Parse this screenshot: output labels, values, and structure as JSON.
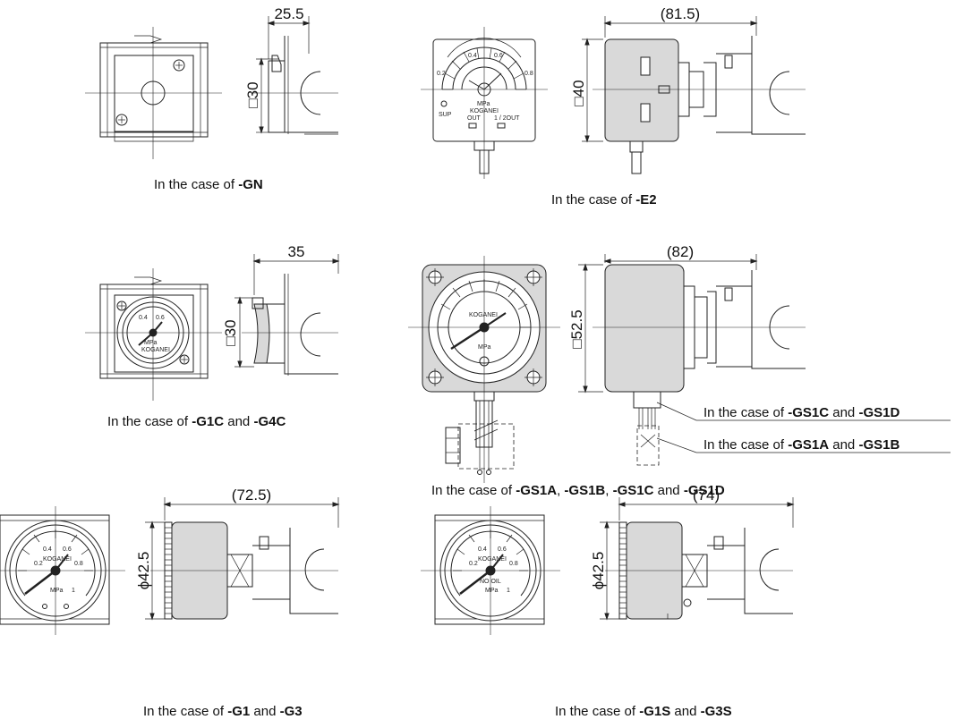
{
  "views": {
    "gn": {
      "dim_depth": "25.5",
      "dim_square": "□30",
      "caption_prefix": "In the case of ",
      "code1": "-GN"
    },
    "e2": {
      "dim_depth": "(81.5)",
      "dim_square": "□40",
      "caption_prefix": "In the case of ",
      "code1": "-E2",
      "labels": {
        "sup": "SUP",
        "out": "OUT",
        "setting": "1 / 2OUT",
        "unit": "MPa",
        "brand": "KOGANEI"
      }
    },
    "g1c": {
      "dim_depth": "35",
      "dim_square": "□30",
      "caption_prefix": "In the case of ",
      "code1": "-G1C",
      "joiner": " and ",
      "code2": "-G4C"
    },
    "gs1": {
      "dim_depth": "(82)",
      "dim_square": "□52.5",
      "caption_prefix": "In the case of ",
      "code1": "-GS1A",
      "sep1": ", ",
      "code2": "-GS1B",
      "sep2": ", ",
      "code3": "-GS1C",
      "joiner": " and ",
      "code4": "-GS1D",
      "callout_upper": {
        "prefix": "In the case of ",
        "code1": "-GS1C",
        "joiner": " and ",
        "code2": "-GS1D"
      },
      "callout_lower": {
        "prefix": "In the case of ",
        "code1": "-GS1A",
        "joiner": " and ",
        "code2": "-GS1B"
      }
    },
    "g1": {
      "dim_depth": "(72.5)",
      "dim_diameter": "ϕ42.5",
      "caption_prefix": "In the case of ",
      "code1": "-G1",
      "joiner": " and ",
      "code2": "-G3"
    },
    "g1s": {
      "dim_depth": "(74)",
      "dim_diameter": "ϕ42.5",
      "caption_prefix": "In the case of ",
      "code1": "-G1S",
      "joiner": " and ",
      "code2": "-G3S"
    }
  },
  "gauge": {
    "brand": "KOGANEI",
    "unit": "MPa",
    "oil_note": "NO OIL",
    "scale_marks": [
      "0.2",
      "0.4",
      "0.6",
      "0.8",
      "1"
    ]
  }
}
